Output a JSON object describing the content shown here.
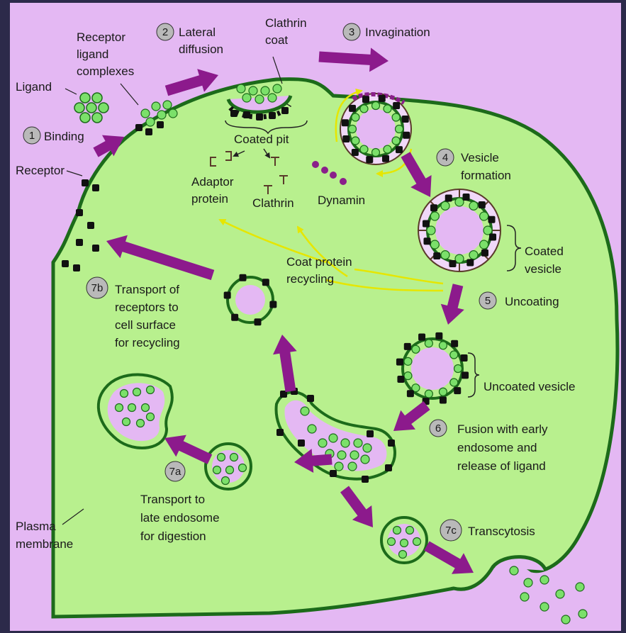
{
  "labels": {
    "ligand": "Ligand",
    "receptor_ligand_complexes": [
      "Receptor",
      "ligand",
      "complexes"
    ],
    "lateral_diffusion": [
      "Lateral",
      "diffusion"
    ],
    "clathrin_coat": [
      "Clathrin",
      "coat"
    ],
    "invagination": "Invagination",
    "binding": "Binding",
    "receptor": "Receptor",
    "coated_pit": "Coated pit",
    "adaptor_protein": [
      "Adaptor",
      "protein"
    ],
    "clathrin": "Clathrin",
    "dynamin": "Dynamin",
    "vesicle_formation": [
      "Vesicle",
      "formation"
    ],
    "coated_vesicle": [
      "Coated",
      "vesicle"
    ],
    "coat_protein_recycling": [
      "Coat protein",
      "recycling"
    ],
    "uncoating": "Uncoating",
    "transport_receptors": [
      "Transport of",
      "receptors to",
      "cell surface",
      "for recycling"
    ],
    "uncoated_vesicle": "Uncoated vesicle",
    "fusion": [
      "Fusion with early",
      "endosome and",
      "release of ligand"
    ],
    "transport_late": [
      "Transport to",
      "late endosome",
      "for digestion"
    ],
    "plasma_membrane": [
      "Plasma",
      "membrane"
    ],
    "transcytosis": "Transcytosis"
  },
  "steps": {
    "s1": "1",
    "s2": "2",
    "s3": "3",
    "s4": "4",
    "s5": "5",
    "s6": "6",
    "s7a": "7a",
    "s7b": "7b",
    "s7c": "7c"
  },
  "colors": {
    "background": "#e4b8f3",
    "cell": "#b8f08e",
    "membrane": "#1c6b1a",
    "arrow": "#8c1a8c",
    "recycle_arrow": "#e6e600",
    "ligand": "#7be06a",
    "receptor": "#111111",
    "dynamin": "#8a1f8a"
  }
}
